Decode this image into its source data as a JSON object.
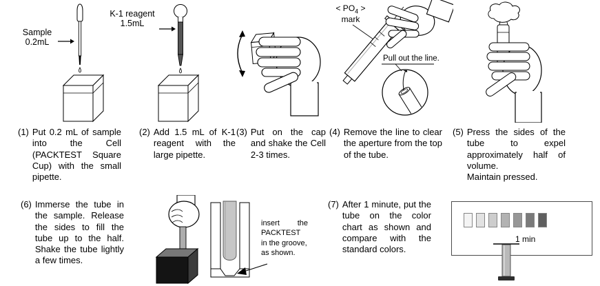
{
  "labels": {
    "sample_1": "Sample",
    "sample_2": "0.2mL",
    "k1_1": "K-1 reagent",
    "k1_2": "1.5mL",
    "po4_pre": "< PO",
    "po4_sub": "4",
    "po4_post": " >",
    "po4_word": "mark",
    "pull_line": "Pull out the line.",
    "one_min": "1 min",
    "insert_lines": [
      "insert the",
      "PACKTEST",
      "in the groove,",
      "as shown."
    ]
  },
  "steps": [
    {
      "num": "(1)",
      "text": "Put 0.2 mL of sample into the Cell (PACKTEST Square Cup) with the small pipette."
    },
    {
      "num": "(2)",
      "text": "Add 1.5 mL of K-1 reagent with the large pipette."
    },
    {
      "num": "(3)",
      "text": "Put on the cap and shake the Cell 2-3 times."
    },
    {
      "num": "(4)",
      "text": "Remove the line to clear the aperture from the top of the tube."
    },
    {
      "num": "(5)",
      "text": "Press the sides of the tube to expel approximately half of volume.",
      "text2": "Maintain pressed."
    },
    {
      "num": "(6)",
      "text": "Immerse the tube in the sample. Release the sides to fill the tube up to the half. Shake the tube lightly a few times."
    },
    {
      "num": "(7)",
      "text": "After 1 minute, put the tube on the color chart as shown and compare with the standard colors."
    }
  ],
  "color_chart": {
    "swatches": [
      "#f4f4f4",
      "#e2e2e2",
      "#cdcdcd",
      "#b2b2b2",
      "#979797",
      "#7a7a7a",
      "#5f5f5f"
    ]
  }
}
